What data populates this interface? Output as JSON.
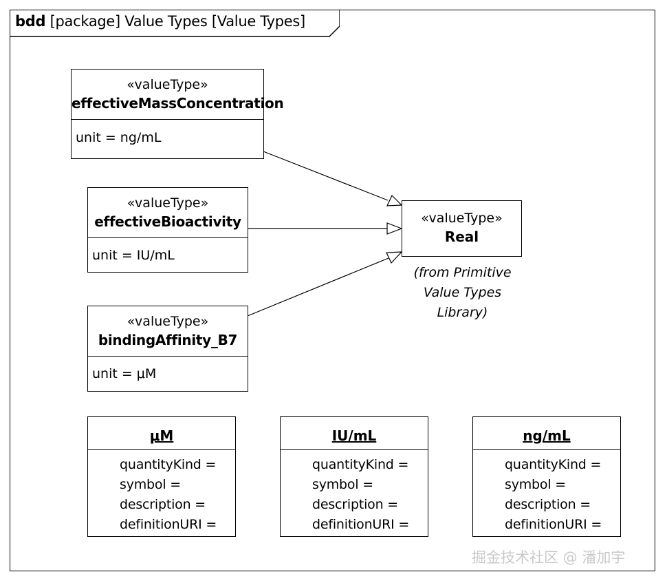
{
  "frame": {
    "kind": "bdd",
    "label": "[package] Value Types [Value Types]"
  },
  "blocks": [
    {
      "stereotype": "«valueType»",
      "name": "effectiveMassConcentration",
      "property": "unit = ng/mL"
    },
    {
      "stereotype": "«valueType»",
      "name": "effectiveBioactivity",
      "property": "unit = IU/mL"
    },
    {
      "stereotype": "«valueType»",
      "name": "bindingAffinity_B7",
      "property": "unit = μM"
    }
  ],
  "real": {
    "stereotype": "«valueType»",
    "name": "Real",
    "note_lines": [
      "(from Primitive",
      "Value Types",
      "Library)"
    ]
  },
  "instances": [
    {
      "name": "μM",
      "slots": [
        "quantityKind =",
        "symbol =",
        "description =",
        "definitionURI ="
      ]
    },
    {
      "name": "IU/mL",
      "slots": [
        "quantityKind =",
        "symbol =",
        "description =",
        "definitionURI ="
      ]
    },
    {
      "name": "ng/mL",
      "slots": [
        "quantityKind =",
        "symbol =",
        "description =",
        "definitionURI ="
      ]
    }
  ],
  "edges": [
    {
      "from": "effectiveMassConcentration",
      "to": "Real",
      "type": "generalization"
    },
    {
      "from": "effectiveBioactivity",
      "to": "Real",
      "type": "generalization"
    },
    {
      "from": "bindingAffinity_B7",
      "to": "Real",
      "type": "generalization"
    }
  ],
  "watermark": "掘金技术社区 @ 潘加宇"
}
